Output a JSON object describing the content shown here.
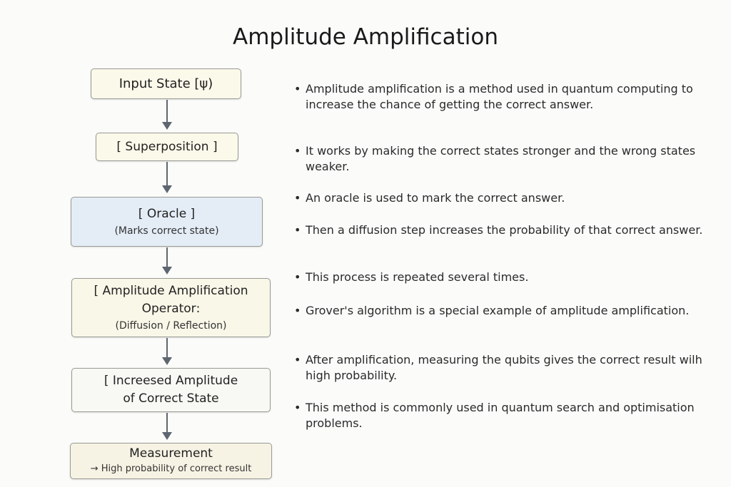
{
  "title": "Amplitude Amplification",
  "flow": [
    {
      "title": "Input State [ψ)"
    },
    {
      "title": "[ Superposition ]"
    },
    {
      "title": "[ Oracle ]",
      "subtitle": "(Marks correct state)"
    },
    {
      "title": "[ Amplitude Amplification",
      "title2": "Operator꞉",
      "subtitle": "(Diffusion / Reflection)"
    },
    {
      "title": "[ Increesed Amplitude",
      "title2": "of Correct State"
    },
    {
      "title": "Measurement",
      "subtitle": "→ High probability of correct result"
    }
  ],
  "bullets": [
    "Amplitude amplification is a method used in quantum computing to increase the chance of getting the correct answer.",
    "It works by making the correct states stronger and the wrong states weaker.",
    "An oracle is used to mark the correct answer.",
    "Then a diffusion step increases the probability of that correct answer.",
    "This process is repeated several times.",
    "Grover's algorithm is a special example of amplitude amplification.",
    "After amplification, measuring the qubits gives the correct result wilh high probability.",
    "This method is commonly used in quantum search and optimisation problems."
  ]
}
